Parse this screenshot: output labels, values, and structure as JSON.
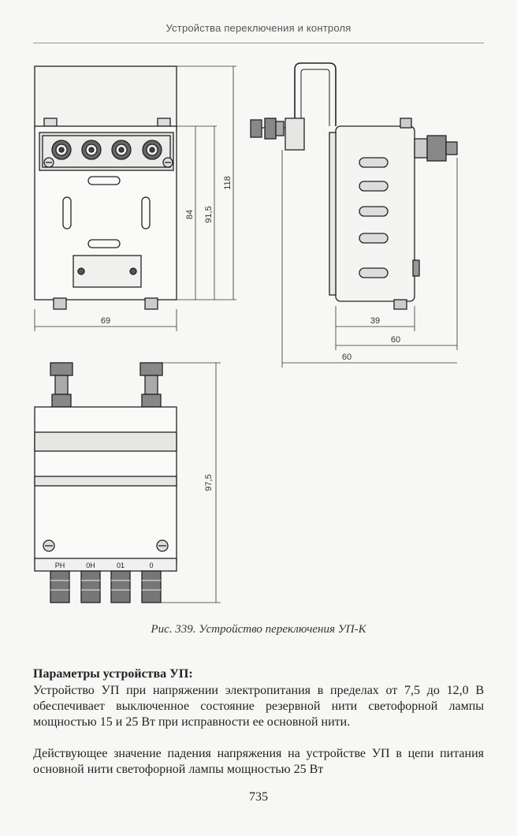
{
  "header": {
    "running_title": "Устройства переключения и контроля"
  },
  "figure": {
    "dimensions": {
      "front_width": "69",
      "front_height_84": "84",
      "front_height_91_5": "91,5",
      "front_height_118": "118",
      "side_depth_39": "39",
      "side_depth_60_inner": "60",
      "side_depth_60_outer": "60",
      "bottom_height": "97,5"
    },
    "terminal_labels": [
      "РН",
      "0Н",
      "01",
      "0"
    ],
    "caption": "Рис. 339. Устройство переключения УП-К"
  },
  "body": {
    "section_title": "Параметры устройства УП:",
    "paragraph_1": "Устройство УП при напряжении электропитания в пределах от 7,5 до 12,0 В обеспечивает выключенное состояние резервной нити светофорной лампы мощностью 15 и 25 Вт при исправности ее основной нити.",
    "paragraph_2": "Действующее значение падения напряжения на устройстве УП в цепи питания основной нити светофорной лампы мощностью 25 Вт"
  },
  "footer": {
    "page_number": "735"
  }
}
